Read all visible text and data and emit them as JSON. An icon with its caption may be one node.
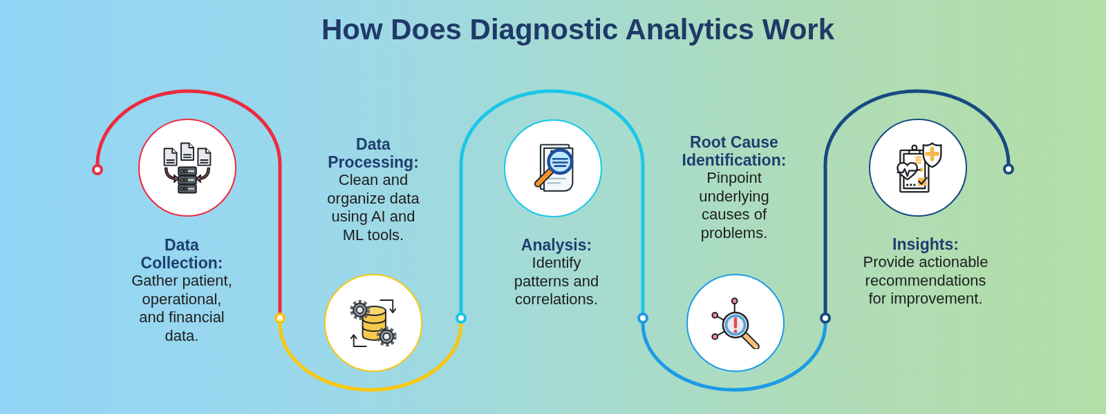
{
  "diagram": {
    "title": "How Does Diagnostic Analytics Work",
    "nodes": [
      {
        "text": [],
        "shape": "circle",
        "beside": [
          "Data Collection:",
          "Gather patient, operational, and financial data."
        ]
      },
      {
        "text": [],
        "shape": "circle",
        "beside": [
          "Data Processing:",
          "Clean and organize data using AI and ML tools."
        ]
      },
      {
        "text": [],
        "shape": "circle",
        "beside": [
          "Analysis:",
          "Identify patterns and correlations."
        ]
      },
      {
        "text": [],
        "shape": "circle",
        "beside": [
          "Root Cause Identification:",
          "Pinpoint underlying causes of problems."
        ]
      },
      {
        "text": [],
        "shape": "circle",
        "beside": [
          "Insights:",
          "Provide actionable recommendations for improvement."
        ]
      },
      {
        "text": [],
        "shape": "circle"
      },
      {
        "text": [],
        "shape": "circle"
      },
      {
        "text": [],
        "shape": "circle"
      },
      {
        "text": [],
        "shape": "circle"
      },
      {
        "text": [],
        "shape": "circle"
      },
      {
        "text": [],
        "shape": "circle"
      }
    ],
    "edges": [
      {
        "from": 5,
        "to": 6,
        "arrow": "none",
        "color": "#ee2a3f"
      },
      {
        "from": 6,
        "to": 7,
        "arrow": "none",
        "color": "#f9c710"
      },
      {
        "from": 7,
        "to": 8,
        "arrow": "none",
        "color": "#1ac6e8"
      },
      {
        "from": 8,
        "to": 9,
        "arrow": "none",
        "color": "#1c9be6"
      },
      {
        "from": 9,
        "to": 10,
        "arrow": "none",
        "color": "#174a82"
      }
    ]
  }
}
